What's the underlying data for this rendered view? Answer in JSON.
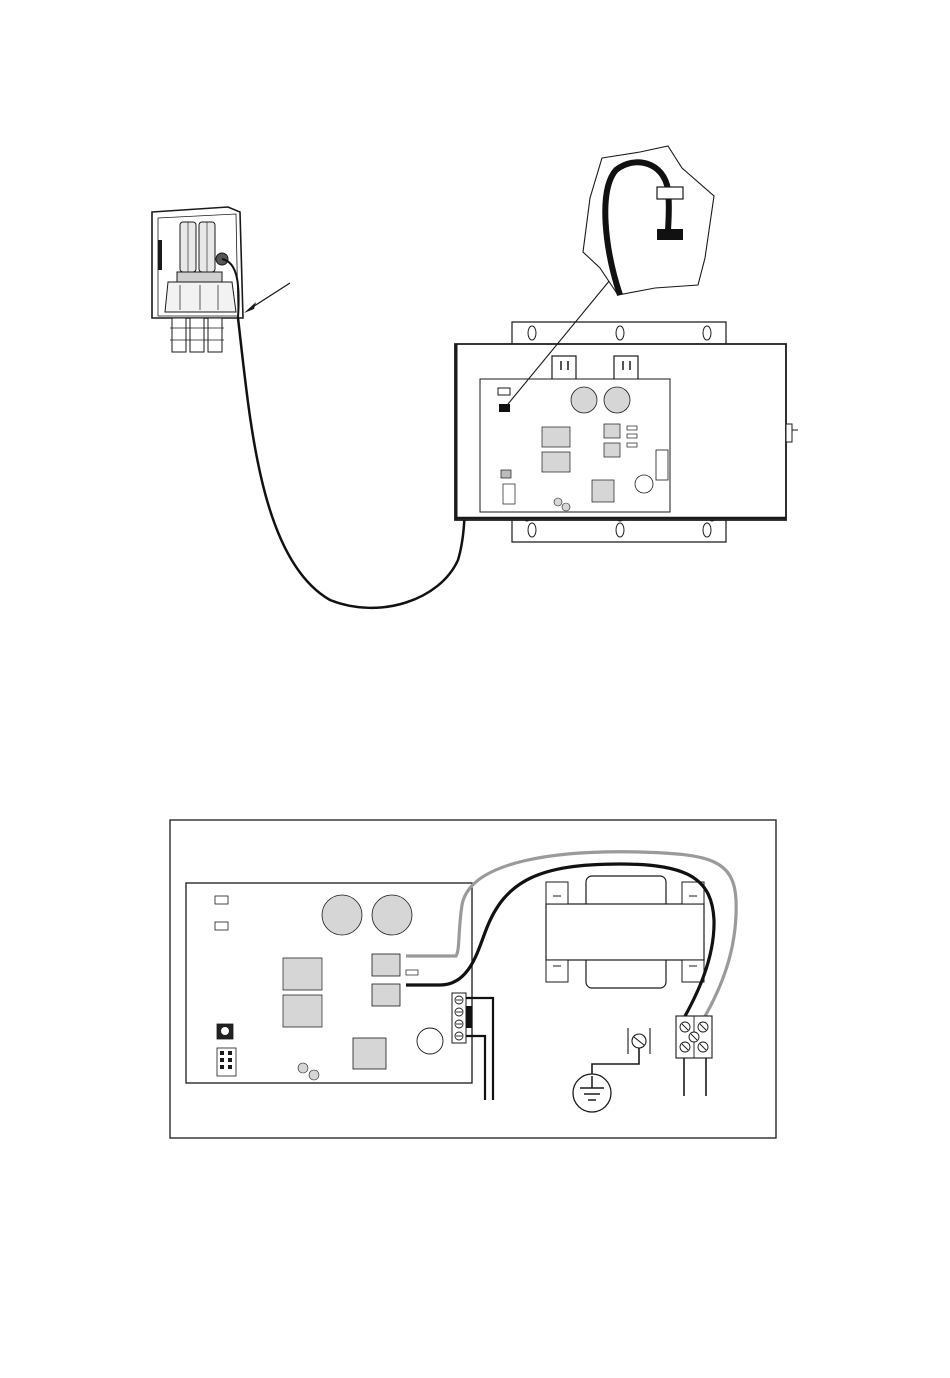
{
  "document": {
    "kind": "wiring installation diagram",
    "text_labels": []
  },
  "figure_top": {
    "components": [
      {
        "id": "chlorinator-cell-unit",
        "icon": "chlorinator-cell-icon"
      },
      {
        "id": "control-box",
        "icon": "control-box-icon"
      },
      {
        "id": "connector-detail-callout",
        "icon": "magnifier-callout-icon"
      },
      {
        "id": "sensor-cable",
        "icon": "cable-icon"
      },
      {
        "id": "pointer-arrow",
        "icon": "arrow-icon"
      }
    ]
  },
  "figure_bottom": {
    "components": [
      {
        "id": "circuit-board",
        "icon": "pcb-icon"
      },
      {
        "id": "transformer",
        "icon": "transformer-icon"
      },
      {
        "id": "terminal-block",
        "icon": "terminal-block-icon"
      },
      {
        "id": "ground-lug",
        "icon": "ground-symbol-icon"
      },
      {
        "id": "gray-wire",
        "icon": "wire-icon"
      },
      {
        "id": "black-wire",
        "icon": "wire-icon"
      }
    ]
  },
  "colors": {
    "line": "#1a1a1a",
    "board_fill": "#ffffff",
    "component_fill": "#cfcfcf",
    "gray_wire": "#9a9a9a",
    "black_wire": "#111111",
    "background": "#ffffff"
  }
}
